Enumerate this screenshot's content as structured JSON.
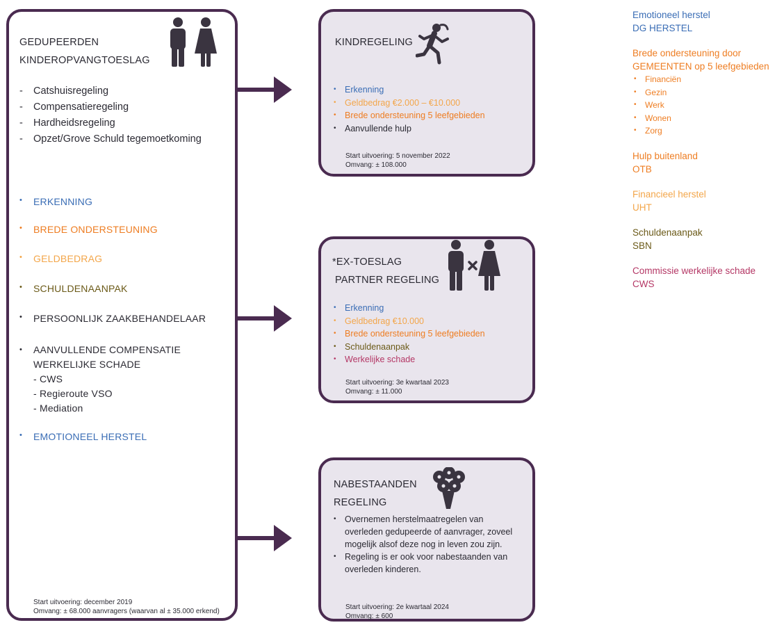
{
  "colors": {
    "border": "#4a2b50",
    "card_fill": "#e9e5ed",
    "blue": "#3a6db5",
    "orange": "#ee7d22",
    "yellow": "#f3a64a",
    "olive": "#6b5a18",
    "dark": "#2b2a33",
    "rose": "#b43765"
  },
  "left_panel": {
    "title_line1": "GEDUPEERDEN",
    "title_line2": "KINDEROPVANGTOESLAG",
    "icon": "man-woman-icon",
    "regelingen": [
      "Catshuisregeling",
      "Compensatieregeling",
      "Hardheidsregeling",
      "Opzet/Grove Schuld tegemoetkoming"
    ],
    "pillars": [
      {
        "label": "ERKENNING",
        "color": "blue"
      },
      {
        "label": "BREDE ONDERSTEUNING",
        "color": "orange"
      },
      {
        "label": "GELDBEDRAG",
        "color": "yellow"
      },
      {
        "label": "SCHULDENAANPAK",
        "color": "olive"
      },
      {
        "label": "PERSOONLIJK ZAAKBEHANDELAAR",
        "color": "dark"
      }
    ],
    "compensatie": {
      "line1": "AANVULLENDE COMPENSATIE",
      "line2": "WERKELIJKE SCHADE",
      "subitems": [
        "- CWS",
        "- Regieroute VSO",
        "- Mediation"
      ]
    },
    "emotioneel": "EMOTIONEEL HERSTEL",
    "start": "Start uitvoering: december 2019",
    "omvang": "Omvang: ± 68.000 aanvragers (waarvan al ± 35.000 erkend)"
  },
  "kindregeling": {
    "title": "KINDREGELING",
    "icon": "running-child-icon",
    "items": [
      {
        "text": "Erkenning",
        "color": "blue"
      },
      {
        "text": "Geldbedrag €2.000 – €10.000",
        "color": "yellow"
      },
      {
        "text": "Brede ondersteuning 5 leefgebieden",
        "color": "orange"
      },
      {
        "text": "Aanvullende hulp",
        "color": "dark"
      }
    ],
    "start": "Start uitvoering: 5 november 2022",
    "omvang": "Omvang: ± 108.000"
  },
  "ex_toeslag": {
    "title_line1": "*EX-TOESLAG",
    "title_line2": "PARTNER REGELING",
    "icon": "separated-couple-icon",
    "items": [
      {
        "text": "Erkenning",
        "color": "blue"
      },
      {
        "text": "Geldbedrag €10.000",
        "color": "yellow"
      },
      {
        "text": "Brede ondersteuning 5 leefgebieden",
        "color": "orange"
      },
      {
        "text": "Schuldenaanpak",
        "color": "olive"
      },
      {
        "text": "Werkelijke schade",
        "color": "rose"
      }
    ],
    "start": "Start uitvoering: 3e kwartaal 2023",
    "omvang": "Omvang: ± 11.000"
  },
  "nabestaanden": {
    "title_line1": "NABESTAANDEN",
    "title_line2": "REGELING",
    "icon": "flower-bouquet-icon",
    "items": [
      "Overnemen herstelmaatregelen van overleden gedupeerde of aanvrager, zoveel mogelijk alsof deze nog in leven zou zijn.",
      "Regeling is er ook voor nabestaanden van overleden kinderen."
    ],
    "start": "Start uitvoering: 2e kwartaal 2024",
    "omvang": "Omvang: ± 600"
  },
  "legend": {
    "emotioneel": {
      "line1": "Emotioneel herstel",
      "line2": "DG HERSTEL",
      "color": "blue"
    },
    "brede": {
      "line1": "Brede ondersteuning door",
      "line2": "GEMEENTEN op 5 leefgebieden",
      "items": [
        "Financiën",
        "Gezin",
        "Werk",
        "Wonen",
        "Zorg"
      ],
      "color": "orange"
    },
    "hulp": {
      "line1": "Hulp buitenland",
      "line2": "OTB",
      "color": "orange"
    },
    "financieel": {
      "line1": "Financieel herstel",
      "line2": "UHT",
      "color": "yellow"
    },
    "schulden": {
      "line1": "Schuldenaanpak",
      "line2": "SBN",
      "color": "olive"
    },
    "commissie": {
      "line1": "Commissie werkelijke schade",
      "line2": "CWS",
      "color": "rose"
    }
  }
}
